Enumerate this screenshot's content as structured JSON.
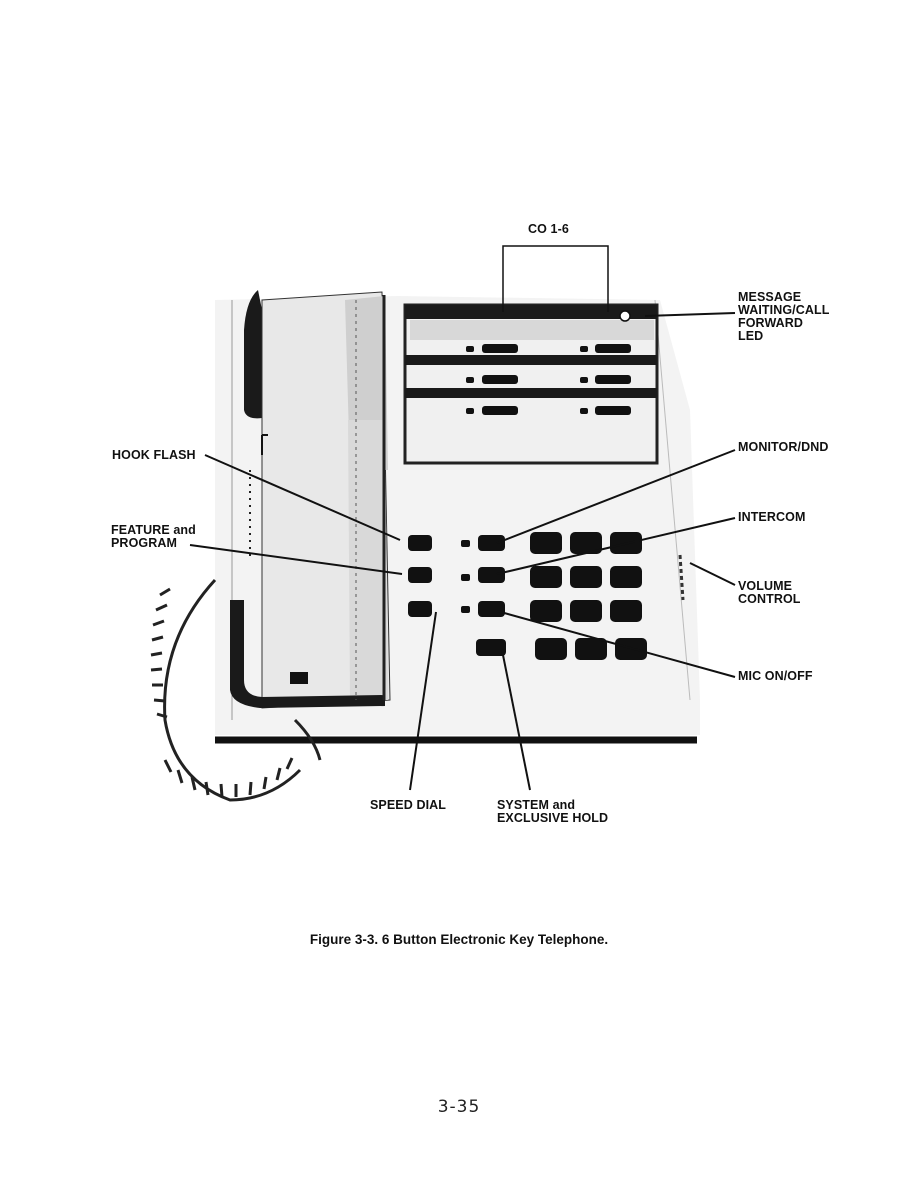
{
  "figure": {
    "labels": {
      "co_lines": "CO 1-6",
      "message_waiting": [
        "MESSAGE",
        "WAITING/CALL",
        "FORWARD",
        "LED"
      ],
      "hook_flash": "HOOK FLASH",
      "feature_program": [
        "FEATURE and",
        "PROGRAM"
      ],
      "monitor_dnd": "MONITOR/DND",
      "intercom": "INTERCOM",
      "volume_control": [
        "VOLUME",
        "CONTROL"
      ],
      "mic_on_off": "MIC ON/OFF",
      "speed_dial": "SPEED DIAL",
      "system_hold": [
        "SYSTEM and",
        "EXCLUSIVE HOLD"
      ]
    },
    "caption": "Figure 3-3. 6 Button Electronic Key Telephone."
  },
  "page_number": "3-35"
}
